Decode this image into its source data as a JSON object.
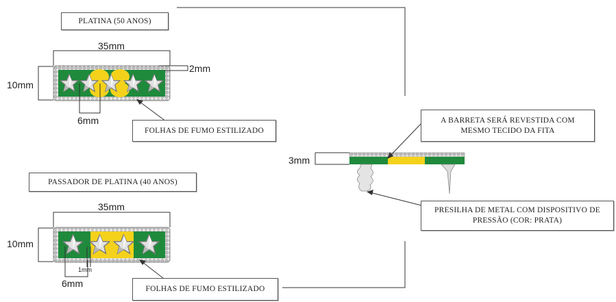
{
  "top": {
    "title": "PLATINA (50 ANOS)",
    "width_dim": "35mm",
    "height_dim": "10mm",
    "border_dim": "2mm",
    "leaf_dim": "6mm",
    "leaves_label": "FOLHAS DE FUMO ESTILIZADO"
  },
  "bottom": {
    "title": "PASSADOR DE PLATINA (40 ANOS)",
    "width_dim": "35mm",
    "height_dim": "10mm",
    "gap_dim": "1mm",
    "leaf_dim": "6mm",
    "leaves_label": "FOLHAS DE FUMO ESTILIZADO"
  },
  "side": {
    "thickness_dim": "3mm",
    "fabric_note_line1": "A BARRETA SERÁ REVESTIDA COM",
    "fabric_note_line2": "MESMO TECIDO DA FITA",
    "clip_note_line1": "PRESILHA DE METAL COM DISPOSITIVO DE",
    "clip_note_line2": "PRESSÃO (COR: PRATA)"
  },
  "colors": {
    "green": "#1f8a3c",
    "yellow": "#f4d21b",
    "silver": "#c8c8c8",
    "star": "#dcdcdc"
  }
}
